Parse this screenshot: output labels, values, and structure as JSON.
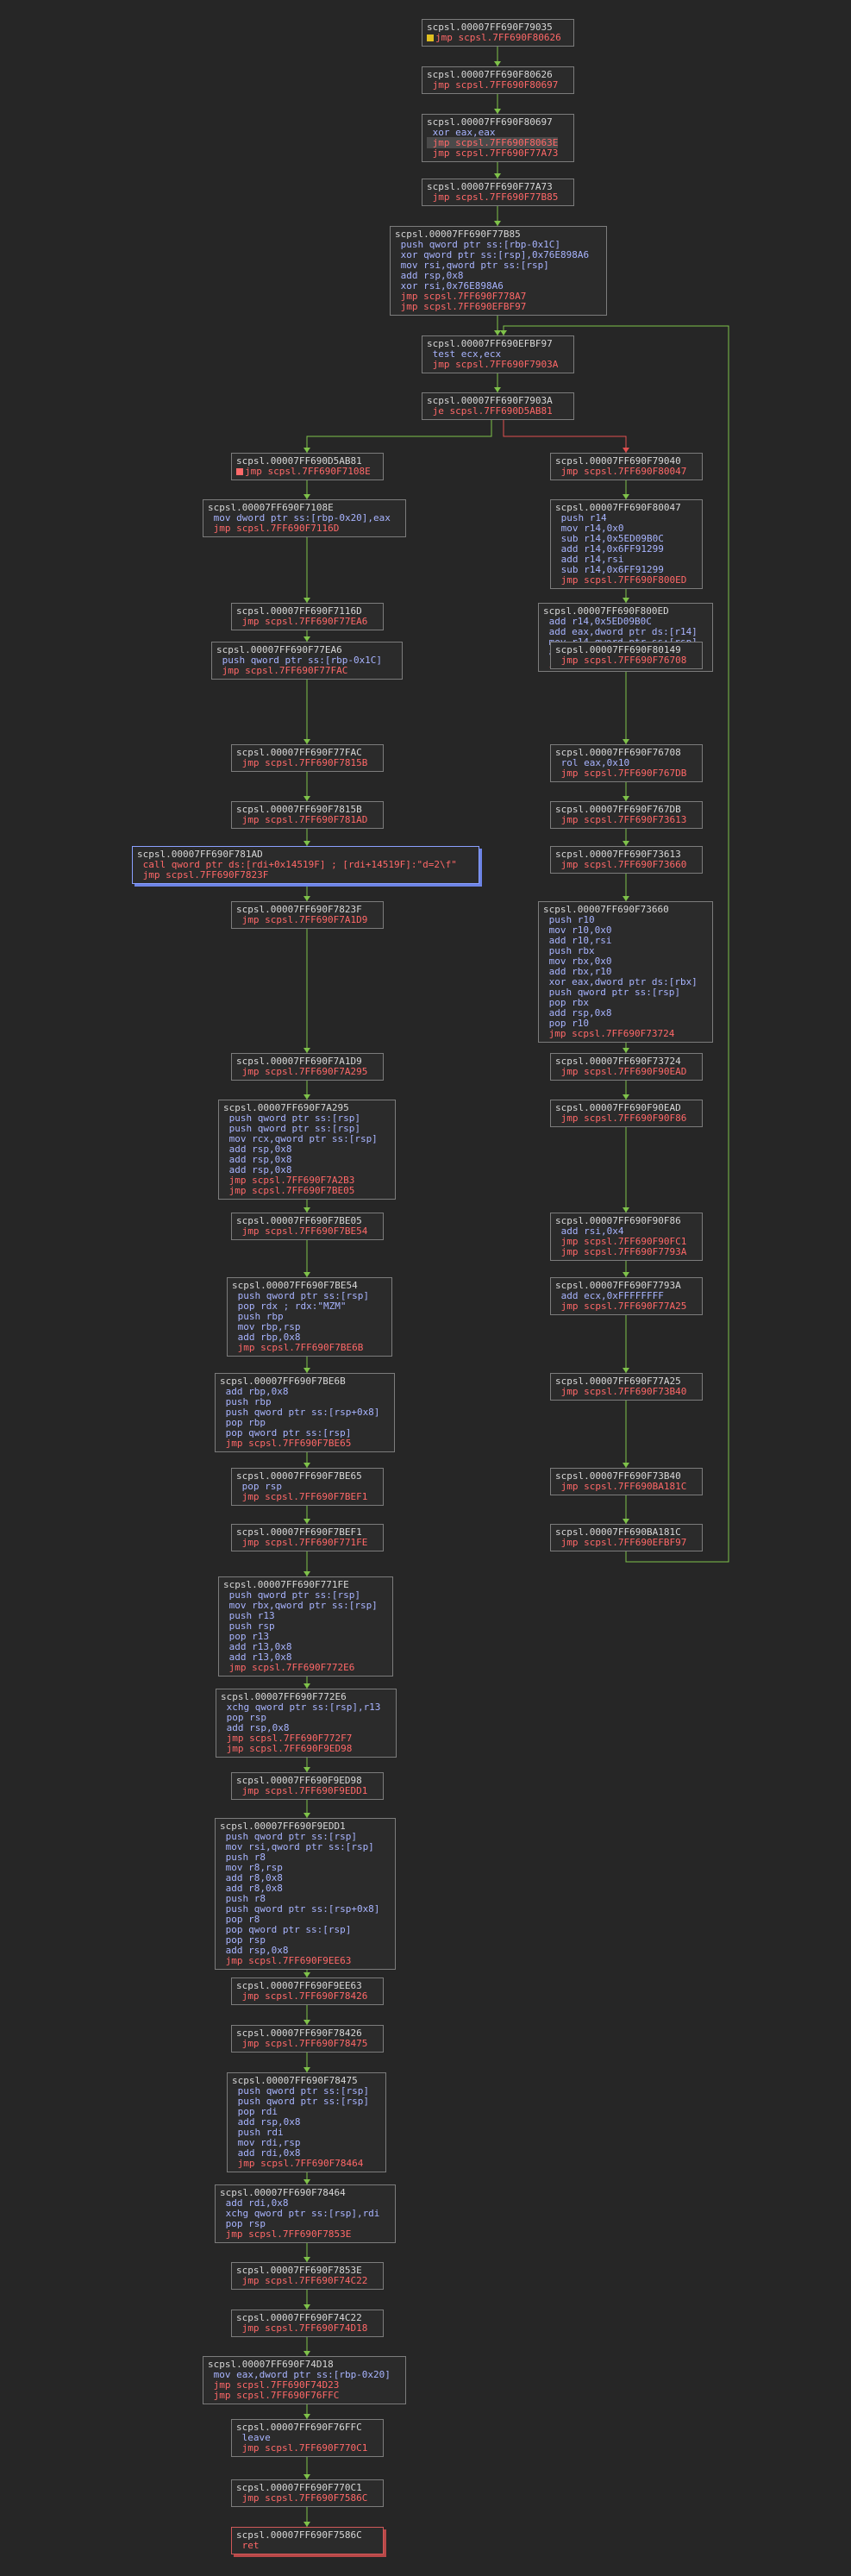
{
  "colors": {
    "background": "#262626",
    "node_border": "#7c7c7c",
    "header": "#d8d8d8",
    "mnemonic": "#a8b4ff",
    "jump": "#ff6868",
    "edge_true": "#7fc24a",
    "edge_false": "#e05050",
    "selected_border": "#8aa0ff"
  },
  "nodes": [
    {
      "id": "n1",
      "lines": [
        {
          "t": "scpsl.00007FF690F79035",
          "k": "hdr"
        },
        {
          "t": "jmp scpsl.7FF690F80626",
          "k": "j",
          "bp": true
        }
      ]
    },
    {
      "id": "n2",
      "lines": [
        {
          "t": "scpsl.00007FF690F80626",
          "k": "hdr"
        },
        {
          "t": " jmp scpsl.7FF690F80697",
          "k": "j"
        }
      ]
    },
    {
      "id": "n3",
      "lines": [
        {
          "t": "scpsl.00007FF690F80697",
          "k": "hdr"
        },
        {
          "t": " xor eax,eax",
          "k": "m"
        },
        {
          "t": " jmp scpsl.7FF690F8063E",
          "k": "jh"
        },
        {
          "t": " jmp scpsl.7FF690F77A73",
          "k": "j"
        }
      ]
    },
    {
      "id": "n4",
      "lines": [
        {
          "t": "scpsl.00007FF690F77A73",
          "k": "hdr"
        },
        {
          "t": " jmp scpsl.7FF690F77B85",
          "k": "j"
        }
      ]
    },
    {
      "id": "n5",
      "lines": [
        {
          "t": "scpsl.00007FF690F77B85",
          "k": "hdr"
        },
        {
          "t": " push qword ptr ss:[rbp-0x1C]",
          "k": "m"
        },
        {
          "t": " xor qword ptr ss:[rsp],0x76E898A6",
          "k": "m"
        },
        {
          "t": " mov rsi,qword ptr ss:[rsp]",
          "k": "m"
        },
        {
          "t": " add rsp,0x8",
          "k": "m"
        },
        {
          "t": " xor rsi,0x76E898A6",
          "k": "m"
        },
        {
          "t": " jmp scpsl.7FF690F778A7",
          "k": "j"
        },
        {
          "t": " jmp scpsl.7FF690EFBF97",
          "k": "j"
        }
      ]
    },
    {
      "id": "n6",
      "lines": [
        {
          "t": "scpsl.00007FF690EFBF97",
          "k": "hdr"
        },
        {
          "t": " test ecx,ecx",
          "k": "m"
        },
        {
          "t": " jmp scpsl.7FF690F7903A",
          "k": "j"
        }
      ]
    },
    {
      "id": "n7",
      "lines": [
        {
          "t": "scpsl.00007FF690F7903A",
          "k": "hdr"
        },
        {
          "t": " je scpsl.7FF690D5AB81",
          "k": "j"
        }
      ]
    },
    {
      "id": "n8",
      "lines": [
        {
          "t": "scpsl.00007FF690D5AB81",
          "k": "hdr"
        },
        {
          "t": "jmp scpsl.7FF690F7108E",
          "k": "j",
          "bp": true
        }
      ]
    },
    {
      "id": "n9",
      "lines": [
        {
          "t": "scpsl.00007FF690F7108E",
          "k": "hdr"
        },
        {
          "t": " mov dword ptr ss:[rbp-0x20],eax",
          "k": "m"
        },
        {
          "t": " jmp scpsl.7FF690F7116D",
          "k": "j"
        }
      ]
    },
    {
      "id": "n10",
      "lines": [
        {
          "t": "scpsl.00007FF690F7116D",
          "k": "hdr"
        },
        {
          "t": " jmp scpsl.7FF690F77EA6",
          "k": "j"
        }
      ]
    },
    {
      "id": "n11",
      "lines": [
        {
          "t": "scpsl.00007FF690F77EA6",
          "k": "hdr"
        },
        {
          "t": " push qword ptr ss:[rbp-0x1C]",
          "k": "m"
        },
        {
          "t": " jmp scpsl.7FF690F77FAC",
          "k": "j"
        }
      ]
    },
    {
      "id": "n12",
      "lines": [
        {
          "t": "scpsl.00007FF690F77FAC",
          "k": "hdr"
        },
        {
          "t": " jmp scpsl.7FF690F7815B",
          "k": "j"
        }
      ]
    },
    {
      "id": "n13",
      "lines": [
        {
          "t": "scpsl.00007FF690F7815B",
          "k": "hdr"
        },
        {
          "t": " jmp scpsl.7FF690F781AD",
          "k": "j"
        }
      ]
    },
    {
      "id": "n14",
      "lines": [
        {
          "t": "scpsl.00007FF690F781AD",
          "k": "hdr"
        },
        {
          "t": " call qword ptr ds:[rdi+0x14519F] ; [rdi+14519F]:\"d=2\\f\"",
          "k": "j"
        },
        {
          "t": " jmp scpsl.7FF690F7823F",
          "k": "j"
        }
      ]
    },
    {
      "id": "n15",
      "lines": [
        {
          "t": "scpsl.00007FF690F7823F",
          "k": "hdr"
        },
        {
          "t": " jmp scpsl.7FF690F7A1D9",
          "k": "j"
        }
      ]
    },
    {
      "id": "n16",
      "lines": [
        {
          "t": "scpsl.00007FF690F7A1D9",
          "k": "hdr"
        },
        {
          "t": " jmp scpsl.7FF690F7A295",
          "k": "j"
        }
      ]
    },
    {
      "id": "n17",
      "lines": [
        {
          "t": "scpsl.00007FF690F7A295",
          "k": "hdr"
        },
        {
          "t": " push qword ptr ss:[rsp]",
          "k": "m"
        },
        {
          "t": " push qword ptr ss:[rsp]",
          "k": "m"
        },
        {
          "t": " mov rcx,qword ptr ss:[rsp]",
          "k": "m"
        },
        {
          "t": " add rsp,0x8",
          "k": "m"
        },
        {
          "t": " add rsp,0x8",
          "k": "m"
        },
        {
          "t": " add rsp,0x8",
          "k": "m"
        },
        {
          "t": " jmp scpsl.7FF690F7A2B3",
          "k": "j"
        },
        {
          "t": " jmp scpsl.7FF690F7BE05",
          "k": "j"
        }
      ]
    },
    {
      "id": "n18",
      "lines": [
        {
          "t": "scpsl.00007FF690F7BE05",
          "k": "hdr"
        },
        {
          "t": " jmp scpsl.7FF690F7BE54",
          "k": "j"
        }
      ]
    },
    {
      "id": "n19",
      "lines": [
        {
          "t": "scpsl.00007FF690F7BE54",
          "k": "hdr"
        },
        {
          "t": " push qword ptr ss:[rsp]",
          "k": "m"
        },
        {
          "t": " pop rdx ; rdx:\"MZM\"",
          "k": "m"
        },
        {
          "t": " push rbp",
          "k": "m"
        },
        {
          "t": " mov rbp,rsp",
          "k": "m"
        },
        {
          "t": " add rbp,0x8",
          "k": "m"
        },
        {
          "t": " jmp scpsl.7FF690F7BE6B",
          "k": "j"
        }
      ]
    },
    {
      "id": "n20",
      "lines": [
        {
          "t": "scpsl.00007FF690F7BE6B",
          "k": "hdr"
        },
        {
          "t": " add rbp,0x8",
          "k": "m"
        },
        {
          "t": " push rbp",
          "k": "m"
        },
        {
          "t": " push qword ptr ss:[rsp+0x8]",
          "k": "m"
        },
        {
          "t": " pop rbp",
          "k": "m"
        },
        {
          "t": " pop qword ptr ss:[rsp]",
          "k": "m"
        },
        {
          "t": " jmp scpsl.7FF690F7BE65",
          "k": "j"
        }
      ]
    },
    {
      "id": "n21",
      "lines": [
        {
          "t": "scpsl.00007FF690F7BE65",
          "k": "hdr"
        },
        {
          "t": " pop rsp",
          "k": "m"
        },
        {
          "t": " jmp scpsl.7FF690F7BEF1",
          "k": "j"
        }
      ]
    },
    {
      "id": "n22",
      "lines": [
        {
          "t": "scpsl.00007FF690F7BEF1",
          "k": "hdr"
        },
        {
          "t": " jmp scpsl.7FF690F771FE",
          "k": "j"
        }
      ]
    },
    {
      "id": "n23",
      "lines": [
        {
          "t": "scpsl.00007FF690F771FE",
          "k": "hdr"
        },
        {
          "t": " push qword ptr ss:[rsp]",
          "k": "m"
        },
        {
          "t": " mov rbx,qword ptr ss:[rsp]",
          "k": "m"
        },
        {
          "t": " push r13",
          "k": "m"
        },
        {
          "t": " push rsp",
          "k": "m"
        },
        {
          "t": " pop r13",
          "k": "m"
        },
        {
          "t": " add r13,0x8",
          "k": "m"
        },
        {
          "t": " add r13,0x8",
          "k": "m"
        },
        {
          "t": " jmp scpsl.7FF690F772E6",
          "k": "j"
        }
      ]
    },
    {
      "id": "n24",
      "lines": [
        {
          "t": "scpsl.00007FF690F772E6",
          "k": "hdr"
        },
        {
          "t": " xchg qword ptr ss:[rsp],r13",
          "k": "m"
        },
        {
          "t": " pop rsp",
          "k": "m"
        },
        {
          "t": " add rsp,0x8",
          "k": "m"
        },
        {
          "t": " jmp scpsl.7FF690F772F7",
          "k": "j"
        },
        {
          "t": " jmp scpsl.7FF690F9ED98",
          "k": "j"
        }
      ]
    },
    {
      "id": "n25",
      "lines": [
        {
          "t": "scpsl.00007FF690F9ED98",
          "k": "hdr"
        },
        {
          "t": " jmp scpsl.7FF690F9EDD1",
          "k": "j"
        }
      ]
    },
    {
      "id": "n26",
      "lines": [
        {
          "t": "scpsl.00007FF690F9EDD1",
          "k": "hdr"
        },
        {
          "t": " push qword ptr ss:[rsp]",
          "k": "m"
        },
        {
          "t": " mov rsi,qword ptr ss:[rsp]",
          "k": "m"
        },
        {
          "t": " push r8",
          "k": "m"
        },
        {
          "t": " mov r8,rsp",
          "k": "m"
        },
        {
          "t": " add r8,0x8",
          "k": "m"
        },
        {
          "t": " add r8,0x8",
          "k": "m"
        },
        {
          "t": " push r8",
          "k": "m"
        },
        {
          "t": " push qword ptr ss:[rsp+0x8]",
          "k": "m"
        },
        {
          "t": " pop r8",
          "k": "m"
        },
        {
          "t": " pop qword ptr ss:[rsp]",
          "k": "m"
        },
        {
          "t": " pop rsp",
          "k": "m"
        },
        {
          "t": " add rsp,0x8",
          "k": "m"
        },
        {
          "t": " jmp scpsl.7FF690F9EE63",
          "k": "j"
        }
      ]
    },
    {
      "id": "n27",
      "lines": [
        {
          "t": "scpsl.00007FF690F9EE63",
          "k": "hdr"
        },
        {
          "t": " jmp scpsl.7FF690F78426",
          "k": "j"
        }
      ]
    },
    {
      "id": "n28",
      "lines": [
        {
          "t": "scpsl.00007FF690F78426",
          "k": "hdr"
        },
        {
          "t": " jmp scpsl.7FF690F78475",
          "k": "j"
        }
      ]
    },
    {
      "id": "n29",
      "lines": [
        {
          "t": "scpsl.00007FF690F78475",
          "k": "hdr"
        },
        {
          "t": " push qword ptr ss:[rsp]",
          "k": "m"
        },
        {
          "t": " push qword ptr ss:[rsp]",
          "k": "m"
        },
        {
          "t": " pop rdi",
          "k": "m"
        },
        {
          "t": " add rsp,0x8",
          "k": "m"
        },
        {
          "t": " push rdi",
          "k": "m"
        },
        {
          "t": " mov rdi,rsp",
          "k": "m"
        },
        {
          "t": " add rdi,0x8",
          "k": "m"
        },
        {
          "t": " jmp scpsl.7FF690F78464",
          "k": "j"
        }
      ]
    },
    {
      "id": "n30",
      "lines": [
        {
          "t": "scpsl.00007FF690F78464",
          "k": "hdr"
        },
        {
          "t": " add rdi,0x8",
          "k": "m"
        },
        {
          "t": " xchg qword ptr ss:[rsp],rdi",
          "k": "m"
        },
        {
          "t": " pop rsp",
          "k": "m"
        },
        {
          "t": " jmp scpsl.7FF690F7853E",
          "k": "j"
        }
      ]
    },
    {
      "id": "n31",
      "lines": [
        {
          "t": "scpsl.00007FF690F7853E",
          "k": "hdr"
        },
        {
          "t": " jmp scpsl.7FF690F74C22",
          "k": "j"
        }
      ]
    },
    {
      "id": "n32",
      "lines": [
        {
          "t": "scpsl.00007FF690F74C22",
          "k": "hdr"
        },
        {
          "t": " jmp scpsl.7FF690F74D18",
          "k": "j"
        }
      ]
    },
    {
      "id": "n33",
      "lines": [
        {
          "t": "scpsl.00007FF690F74D18",
          "k": "hdr"
        },
        {
          "t": " mov eax,dword ptr ss:[rbp-0x20]",
          "k": "m"
        },
        {
          "t": " jmp scpsl.7FF690F74D23",
          "k": "j"
        },
        {
          "t": " jmp scpsl.7FF690F76FFC",
          "k": "j"
        }
      ]
    },
    {
      "id": "n34",
      "lines": [
        {
          "t": "scpsl.00007FF690F76FFC",
          "k": "hdr"
        },
        {
          "t": " leave",
          "k": "m"
        },
        {
          "t": " jmp scpsl.7FF690F770C1",
          "k": "j"
        }
      ]
    },
    {
      "id": "n35",
      "lines": [
        {
          "t": "scpsl.00007FF690F770C1",
          "k": "hdr"
        },
        {
          "t": " jmp scpsl.7FF690F7586C",
          "k": "j"
        }
      ]
    },
    {
      "id": "n36",
      "lines": [
        {
          "t": "scpsl.00007FF690F7586C",
          "k": "hdr"
        },
        {
          "t": " ret",
          "k": "j"
        }
      ]
    },
    {
      "id": "r1",
      "lines": [
        {
          "t": "scpsl.00007FF690F79040",
          "k": "hdr"
        },
        {
          "t": " jmp scpsl.7FF690F80047",
          "k": "j"
        }
      ]
    },
    {
      "id": "r2",
      "lines": [
        {
          "t": "scpsl.00007FF690F80047",
          "k": "hdr"
        },
        {
          "t": " push r14",
          "k": "m"
        },
        {
          "t": " mov r14,0x0",
          "k": "m"
        },
        {
          "t": " sub r14,0x5ED09B0C",
          "k": "m"
        },
        {
          "t": " add r14,0x6FF91299",
          "k": "m"
        },
        {
          "t": " add r14,rsi",
          "k": "m"
        },
        {
          "t": " sub r14,0x6FF91299",
          "k": "m"
        },
        {
          "t": " jmp scpsl.7FF690F800ED",
          "k": "j"
        }
      ]
    },
    {
      "id": "r3",
      "lines": [
        {
          "t": "scpsl.00007FF690F800ED",
          "k": "hdr"
        },
        {
          "t": " add r14,0x5ED09B0C",
          "k": "m"
        },
        {
          "t": " add eax,dword ptr ds:[r14]",
          "k": "m"
        },
        {
          "t": " mov r14,qword ptr ss:[rsp]",
          "k": "m"
        },
        {
          "t": " add rsp,0x8",
          "k": "m"
        },
        {
          "t": " jmp scpsl.7FF690F80149",
          "k": "j"
        }
      ]
    },
    {
      "id": "r4",
      "lines": [
        {
          "t": "scpsl.00007FF690F80149",
          "k": "hdr"
        },
        {
          "t": " jmp scpsl.7FF690F76708",
          "k": "j"
        }
      ]
    },
    {
      "id": "r5",
      "lines": [
        {
          "t": "scpsl.00007FF690F76708",
          "k": "hdr"
        },
        {
          "t": " rol eax,0x10",
          "k": "m"
        },
        {
          "t": " jmp scpsl.7FF690F767DB",
          "k": "j"
        }
      ]
    },
    {
      "id": "r6",
      "lines": [
        {
          "t": "scpsl.00007FF690F767DB",
          "k": "hdr"
        },
        {
          "t": " jmp scpsl.7FF690F73613",
          "k": "j"
        }
      ]
    },
    {
      "id": "r7",
      "lines": [
        {
          "t": "scpsl.00007FF690F73613",
          "k": "hdr"
        },
        {
          "t": " jmp scpsl.7FF690F73660",
          "k": "j"
        }
      ]
    },
    {
      "id": "r8",
      "lines": [
        {
          "t": "scpsl.00007FF690F73660",
          "k": "hdr"
        },
        {
          "t": " push r10",
          "k": "m"
        },
        {
          "t": " mov r10,0x0",
          "k": "m"
        },
        {
          "t": " add r10,rsi",
          "k": "m"
        },
        {
          "t": " push rbx",
          "k": "m"
        },
        {
          "t": " mov rbx,0x0",
          "k": "m"
        },
        {
          "t": " add rbx,r10",
          "k": "m"
        },
        {
          "t": " xor eax,dword ptr ds:[rbx]",
          "k": "m"
        },
        {
          "t": " push qword ptr ss:[rsp]",
          "k": "m"
        },
        {
          "t": " pop rbx",
          "k": "m"
        },
        {
          "t": " add rsp,0x8",
          "k": "m"
        },
        {
          "t": " pop r10",
          "k": "m"
        },
        {
          "t": " jmp scpsl.7FF690F73724",
          "k": "j"
        }
      ]
    },
    {
      "id": "r9",
      "lines": [
        {
          "t": "scpsl.00007FF690F73724",
          "k": "hdr"
        },
        {
          "t": " jmp scpsl.7FF690F90EAD",
          "k": "j"
        }
      ]
    },
    {
      "id": "r10",
      "lines": [
        {
          "t": "scpsl.00007FF690F90EAD",
          "k": "hdr"
        },
        {
          "t": " jmp scpsl.7FF690F90F86",
          "k": "j"
        }
      ]
    },
    {
      "id": "r11",
      "lines": [
        {
          "t": "scpsl.00007FF690F90F86",
          "k": "hdr"
        },
        {
          "t": " add rsi,0x4",
          "k": "m"
        },
        {
          "t": " jmp scpsl.7FF690F90FC1",
          "k": "j"
        },
        {
          "t": " jmp scpsl.7FF690F7793A",
          "k": "j"
        }
      ]
    },
    {
      "id": "r12",
      "lines": [
        {
          "t": "scpsl.00007FF690F7793A",
          "k": "hdr"
        },
        {
          "t": " add ecx,0xFFFFFFFF",
          "k": "m"
        },
        {
          "t": " jmp scpsl.7FF690F77A25",
          "k": "j"
        }
      ]
    },
    {
      "id": "r13",
      "lines": [
        {
          "t": "scpsl.00007FF690F77A25",
          "k": "hdr"
        },
        {
          "t": " jmp scpsl.7FF690F73B40",
          "k": "j"
        }
      ]
    },
    {
      "id": "r14",
      "lines": [
        {
          "t": "scpsl.00007FF690F73B40",
          "k": "hdr"
        },
        {
          "t": " jmp scpsl.7FF690BA181C",
          "k": "j"
        }
      ]
    },
    {
      "id": "r15",
      "lines": [
        {
          "t": "scpsl.00007FF690BA181C",
          "k": "hdr"
        },
        {
          "t": " jmp scpsl.7FF690EFBF97",
          "k": "j"
        }
      ]
    }
  ]
}
